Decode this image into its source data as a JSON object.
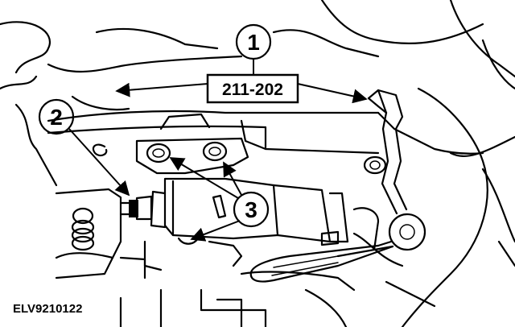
{
  "callouts": [
    {
      "number": "1"
    },
    {
      "number": "2"
    },
    {
      "number": "3"
    }
  ],
  "tool_label": "211-202",
  "figure_id": "ELV9210122",
  "colors": {
    "ink": "#000000",
    "paper": "#ffffff"
  }
}
